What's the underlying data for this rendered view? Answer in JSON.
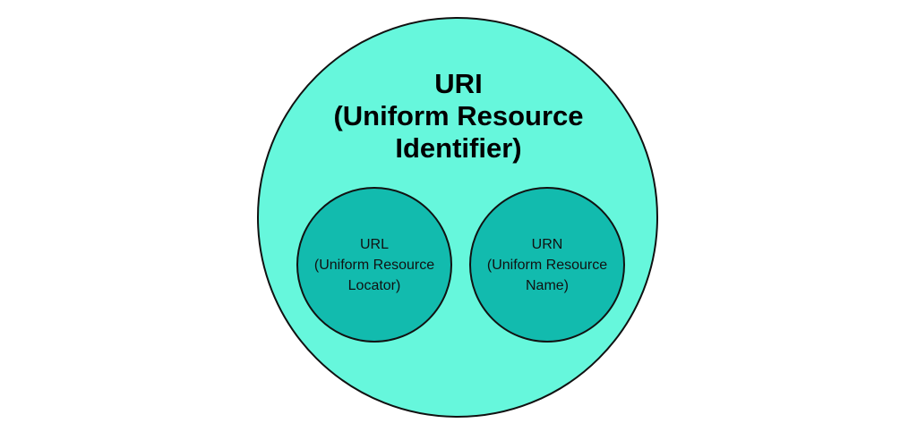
{
  "colors": {
    "outer_fill": "#66F7DC",
    "inner_fill": "#12BBAE",
    "stroke": "#111111",
    "background": "#FFFFFF"
  },
  "uri": {
    "line1": "URI",
    "line2": "(Uniform Resource",
    "line3": "Identifier)"
  },
  "url": {
    "line1": "URL",
    "line2": "(Uniform Resource",
    "line3": "Locator)"
  },
  "urn": {
    "line1": "URN",
    "line2": "(Uniform Resource",
    "line3": "Name)"
  }
}
